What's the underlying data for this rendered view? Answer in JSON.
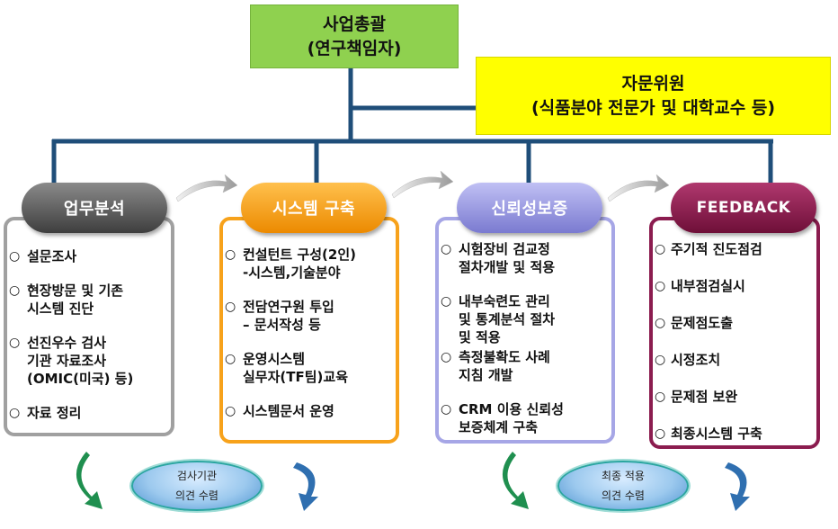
{
  "lead": {
    "line1": "사업총괄",
    "line2": "(연구책임자)"
  },
  "advisory": {
    "line1": "자문위원",
    "line2": "(식품분야 전문가 및 대학교수 등)"
  },
  "colors": {
    "lead_bg": "#8fd14f",
    "advisory_bg": "#ffff00",
    "connector": "#1f4e79",
    "stage1": "#5a5a5a",
    "stage2": "#f7a21b",
    "stage3": "#8f8fd8",
    "stage4": "#8b1c4f",
    "cycle_arrow_green": "#1f8f4f",
    "cycle_arrow_blue": "#2f6fb0"
  },
  "stages": [
    {
      "title": "업무분석",
      "items": [
        "설문조사",
        "현장방문 및 기존\n시스템 진단",
        "선진우수 검사\n기관 자료조사\n(OMIC(미국) 등)",
        "자료 정리"
      ]
    },
    {
      "title": "시스템 구축",
      "items": [
        "컨설턴트 구성(2인)\n-시스템,기술분야",
        "전담연구원 투입\n– 문서작성 등",
        "운영시스템\n실무자(TF팀)교육",
        "시스템문서 운영"
      ]
    },
    {
      "title": "신뢰성보증",
      "items": [
        "시험장비 검교정\n절차개발 및 적용",
        "내부숙련도 관리\n및 통계분석 절차\n및 적용",
        "측정불확도 사례\n지침 개발",
        "CRM 이용 신뢰성\n보증체계 구축"
      ]
    },
    {
      "title": "FEEDBACK",
      "items": [
        "주기적 진도점검",
        "내부점검실시",
        "문제점도출",
        "시정조치",
        "문제점 보완",
        "최종시스템 구축"
      ]
    }
  ],
  "bullet_symbol": "○",
  "cycles": [
    {
      "line1": "검사기관",
      "line2": "의견 수렴"
    },
    {
      "line1": "최종 적용",
      "line2": "의견 수렴"
    }
  ]
}
